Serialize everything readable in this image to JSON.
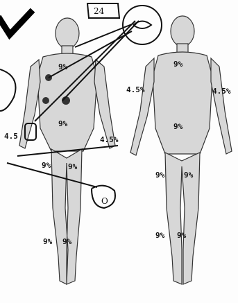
{
  "annotation": {
    "handwritten_number": "24",
    "handwritten_circle_mark": "O"
  },
  "front": {
    "chest_left": "9%",
    "abdomen": "9%",
    "arm_left": "4.5",
    "arm_right": "4.5%",
    "thigh_left": "9%",
    "thigh_right": "9%",
    "leg_left": "9%",
    "leg_right": "9%"
  },
  "back": {
    "upper_back": "9%",
    "lower_back": "9%",
    "arm_left": "4.5%",
    "arm_right": "4.5%",
    "thigh_left": "9%",
    "thigh_right": "9%",
    "leg_left": "9%",
    "leg_right": "9%"
  }
}
